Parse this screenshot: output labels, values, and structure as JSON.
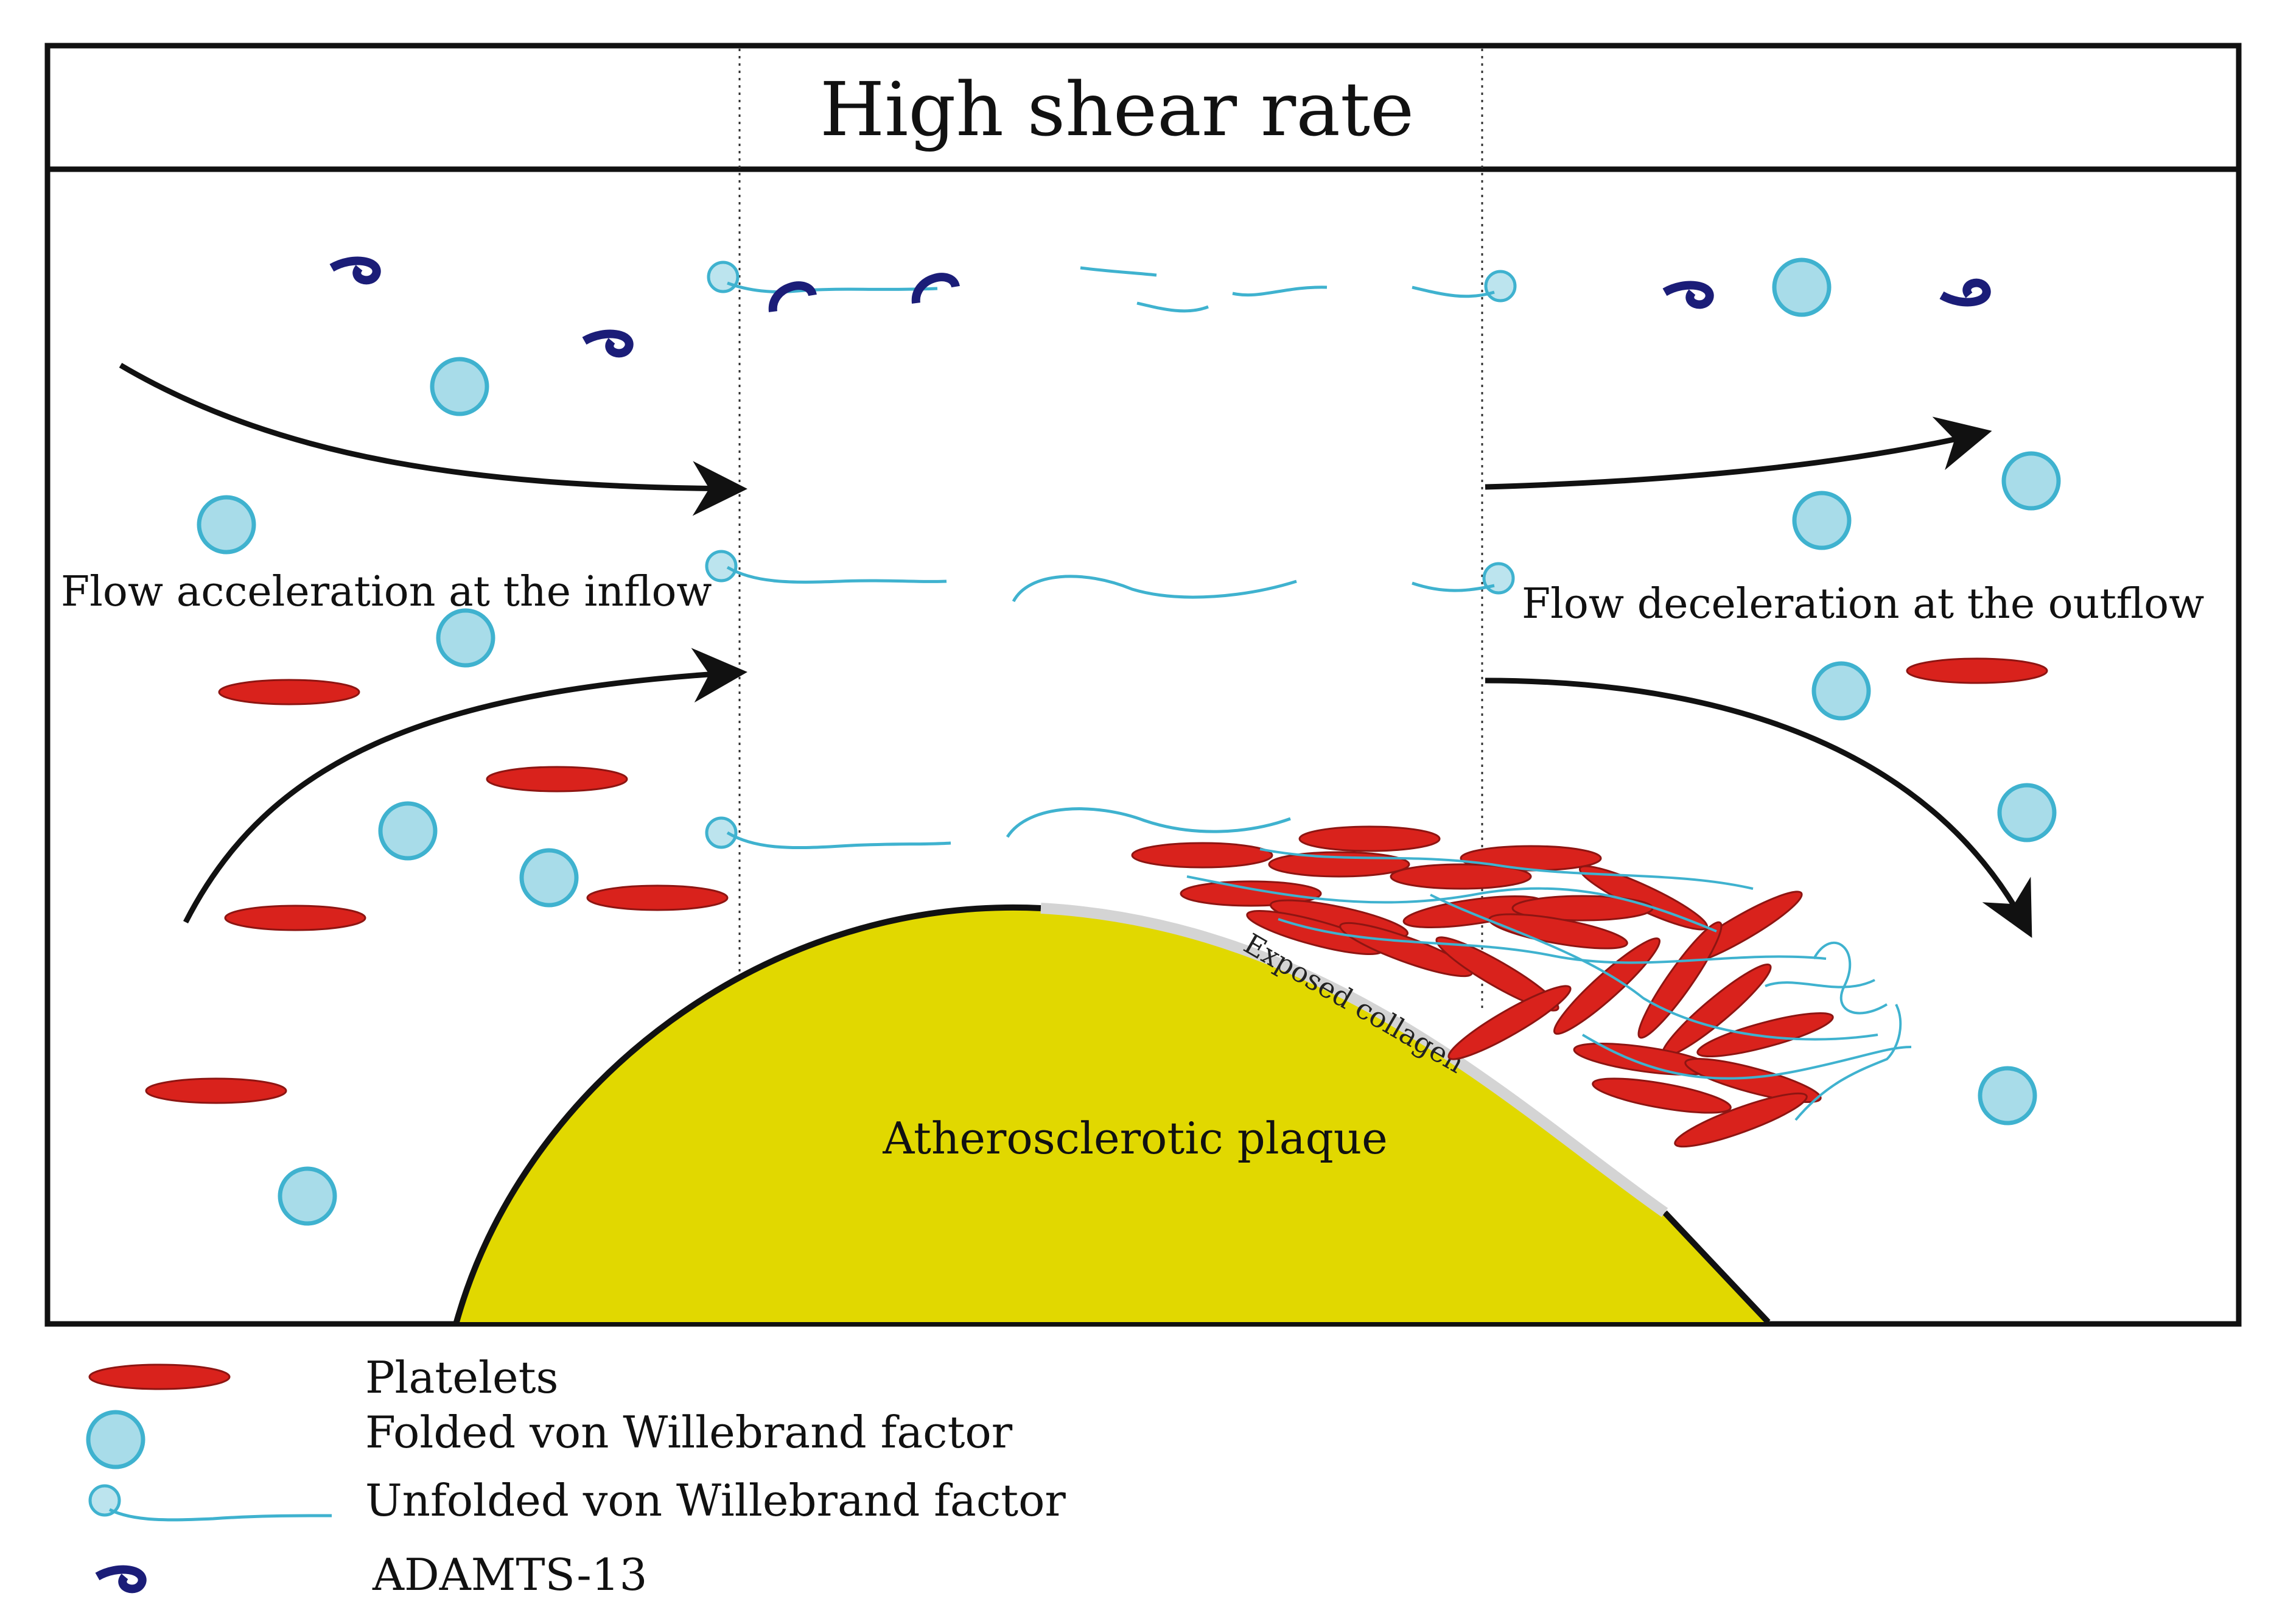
{
  "title": "High shear rate",
  "labels": {
    "inflow": "Flow acceleration at the inflow",
    "outflow": "Flow deceleration at the outflow",
    "plaque": "Atherosclerotic plaque",
    "collagen": "Exposed collagen"
  },
  "legend": [
    {
      "icon": "platelet-icon",
      "label": "Platelets"
    },
    {
      "icon": "folded-vwf-icon",
      "label": "Folded von Willebrand factor"
    },
    {
      "icon": "unfolded-vwf-icon",
      "label": "Unfolded von Willebrand factor"
    },
    {
      "icon": "adamts13-icon",
      "label": "ADAMTS-13"
    }
  ],
  "colors": {
    "platelet": "#d9221c",
    "platelet_stroke": "#8e1512",
    "vwf": "#3fb2cf",
    "adamts13": "#1b1d78",
    "plaque": "#e1d800",
    "collagen": "#d4d4d4",
    "arrow": "#111111",
    "frame": "#111111"
  }
}
